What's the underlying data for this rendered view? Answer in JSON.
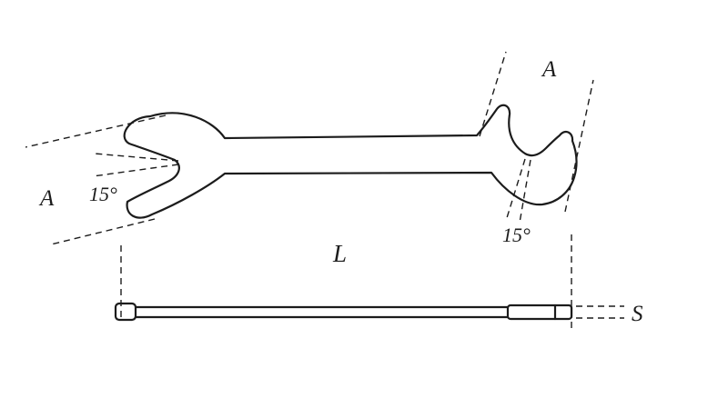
{
  "drawing": {
    "labels": {
      "left_opening": "A",
      "left_angle": "15°",
      "right_opening": "A",
      "right_angle": "15°",
      "length": "L",
      "thickness": "S"
    },
    "colors": {
      "line": "#1c1c1c",
      "background": "#ffffff"
    }
  }
}
